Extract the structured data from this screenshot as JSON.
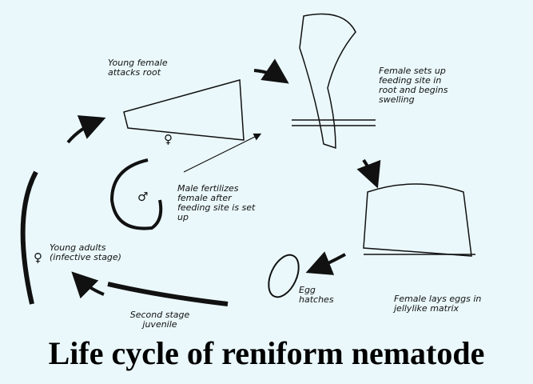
{
  "labels": {
    "young_female": "Young female attacks root",
    "female_feeding": "Female sets up feeding site in root and begins swelling",
    "male": "Male fertilizes female after feeding site is set up",
    "young_adults": "Young adults (infective stage)",
    "second_stage": "Second stage juvenile",
    "egg": "Egg hatches",
    "female_eggs": "Female lays eggs in jellylike matrix"
  },
  "symbols": {
    "female": "♀",
    "male": "♂"
  },
  "title": "Life cycle of reniform nematode"
}
